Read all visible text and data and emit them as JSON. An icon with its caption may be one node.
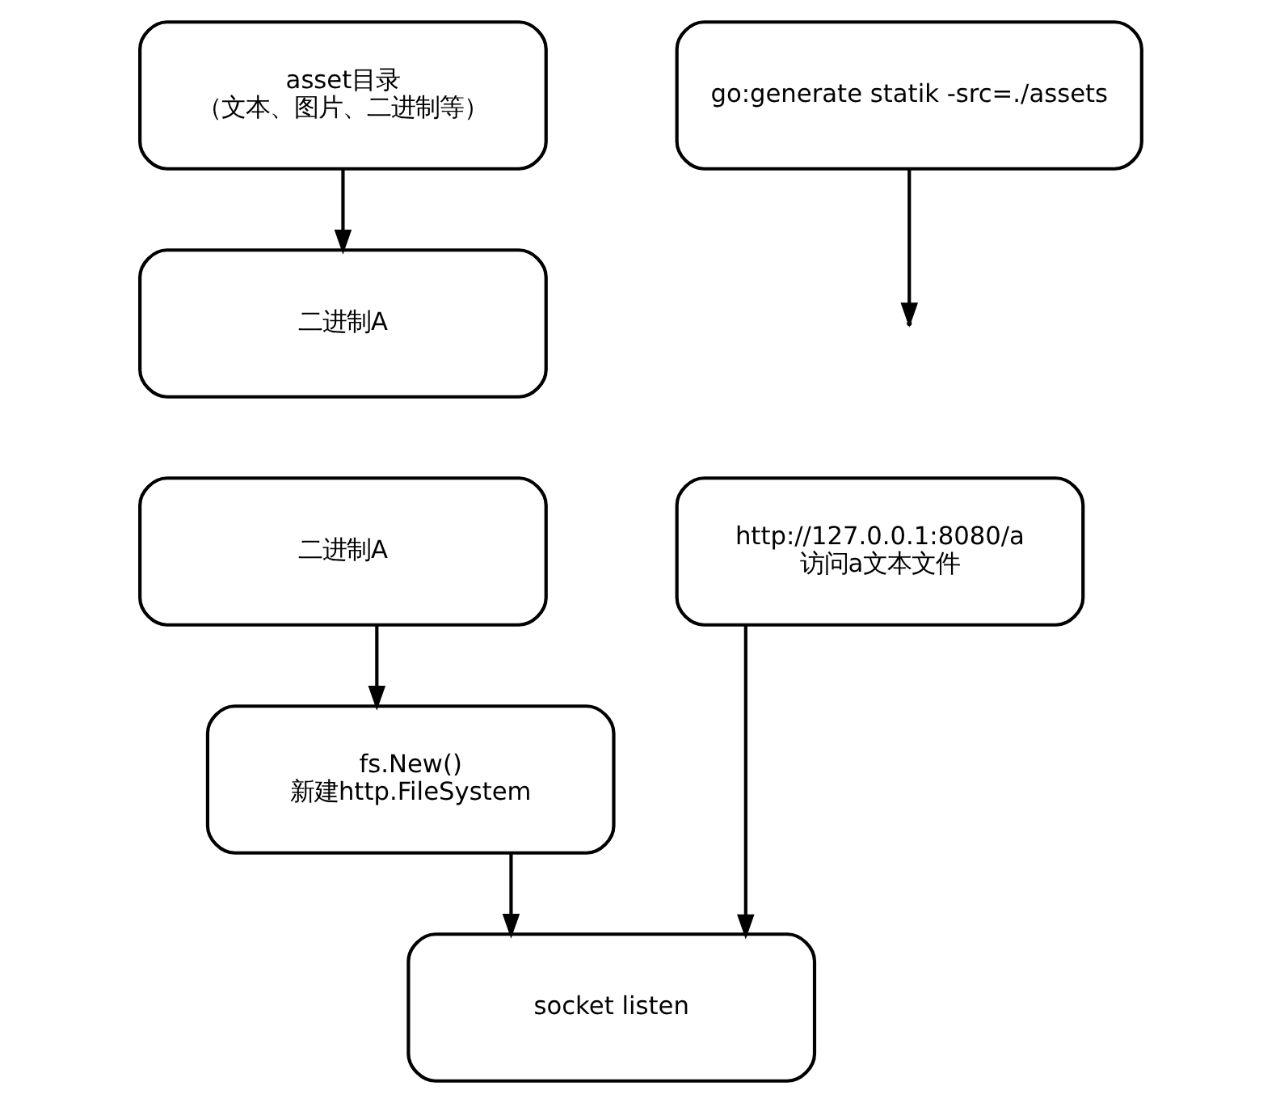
{
  "diagram": {
    "nodes": [
      {
        "text": [
          "asset目录",
          "（文本、图片、二进制等）"
        ]
      },
      {
        "text": [
          "go:generate statik -src=./assets"
        ]
      },
      {
        "text": [
          "二进制A"
        ]
      },
      {
        "text": [
          "http://127.0.0.1:8080/a",
          "访问a文本文件"
        ]
      },
      {
        "text": [
          "二进制A"
        ]
      },
      {
        "text": [
          "fs.New()",
          "新建http.FileSystem"
        ]
      },
      {
        "text": [
          "socket listen"
        ]
      }
    ],
    "edges": [
      {
        "from": 0,
        "to": 2,
        "arrow": "to"
      },
      {
        "from": 1,
        "to": null,
        "arrow": "to"
      },
      {
        "from": 4,
        "to": 5,
        "arrow": "to"
      },
      {
        "from": 5,
        "to": 6,
        "arrow": "to"
      },
      {
        "from": 3,
        "to": 6,
        "arrow": "to"
      }
    ]
  }
}
